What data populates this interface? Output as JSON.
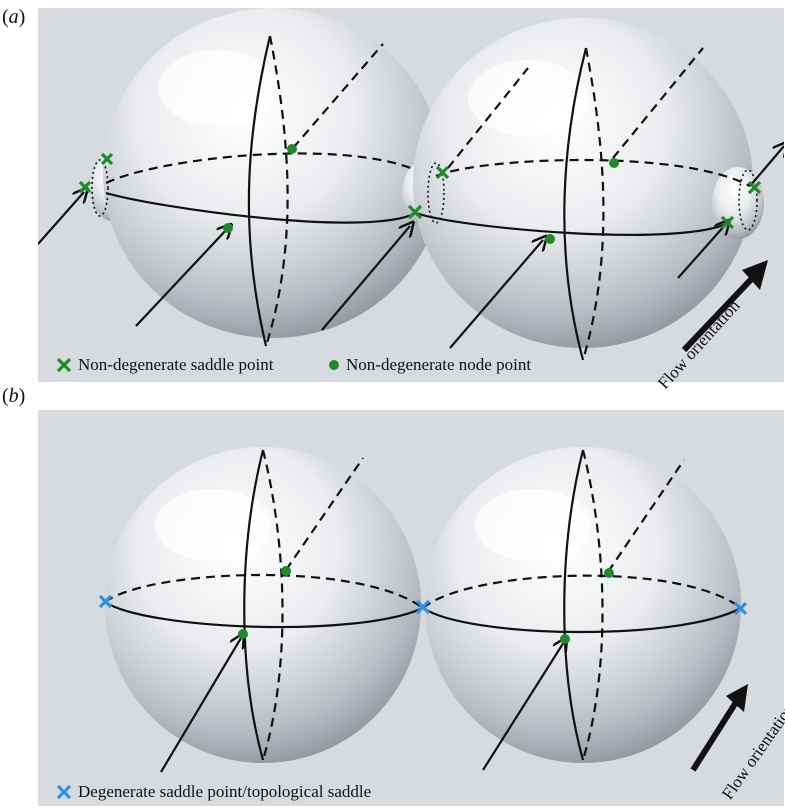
{
  "panel_a": {
    "label_open": "(",
    "label_letter": "a",
    "label_close": ")",
    "legend_saddle": "Non-degenerate saddle point",
    "legend_node": "Non-degenerate node point",
    "flow_label": "Flow orientation"
  },
  "panel_b": {
    "label_open": "(",
    "label_letter": "b",
    "label_close": ")",
    "legend_degenerate": "Degenerate saddle point/topological saddle",
    "flow_label": "Flow orientation"
  },
  "colors": {
    "background": "#d7dbe0",
    "saddle_green": "#1f8a2c",
    "node_green": "#1f8a2c",
    "degenerate_blue": "#2f8fe0",
    "line": "#111111"
  },
  "icons": [
    "saddle-x-icon",
    "node-dot-icon",
    "degenerate-saddle-x-icon",
    "flow-arrow-icon"
  ]
}
